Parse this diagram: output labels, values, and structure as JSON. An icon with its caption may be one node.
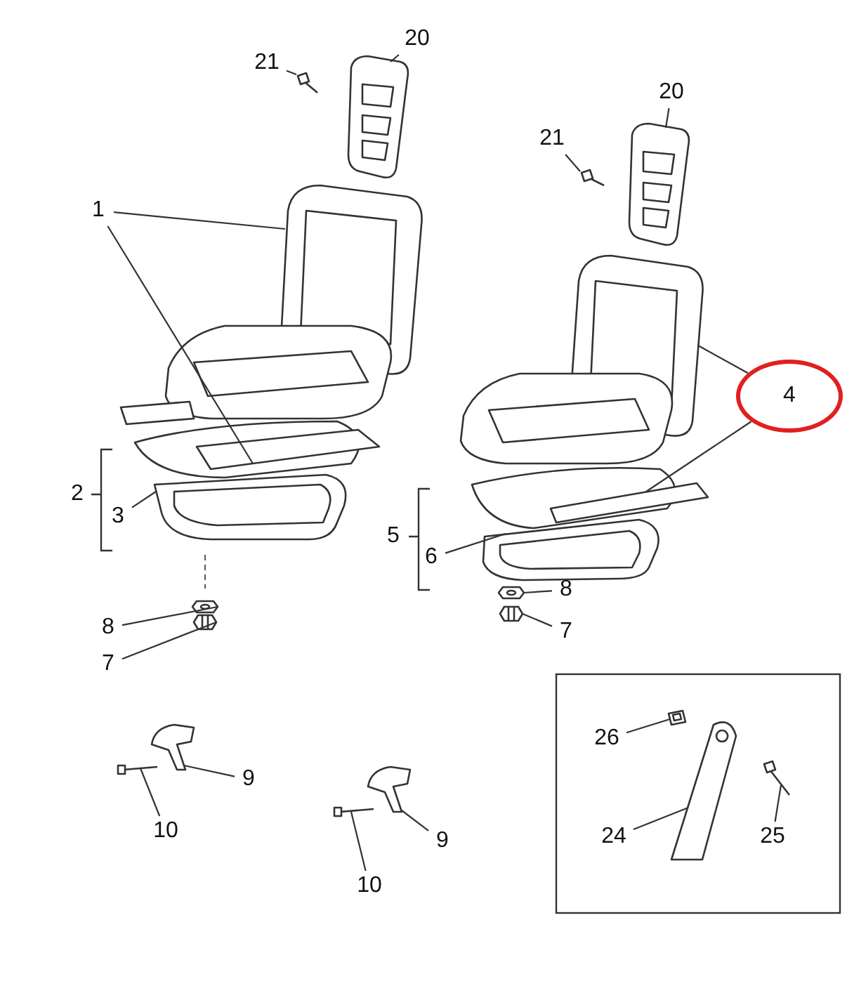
{
  "diagram": {
    "nodes": [
      {
        "text": [
          "20"
        ]
      },
      {
        "text": [
          "21"
        ]
      },
      {
        "text": [
          "20"
        ]
      },
      {
        "text": [
          "21"
        ]
      },
      {
        "text": [
          "1"
        ]
      },
      {
        "text": [
          "4"
        ]
      },
      {
        "text": [
          "2"
        ]
      },
      {
        "text": [
          "3"
        ]
      },
      {
        "text": [
          "5"
        ]
      },
      {
        "text": [
          "6"
        ]
      },
      {
        "text": [
          "8"
        ]
      },
      {
        "text": [
          "8"
        ]
      },
      {
        "text": [
          "7"
        ]
      },
      {
        "text": [
          "7"
        ]
      },
      {
        "text": [
          "26"
        ]
      },
      {
        "text": [
          "9"
        ]
      },
      {
        "text": [
          "10"
        ]
      },
      {
        "text": [
          "24"
        ]
      },
      {
        "text": [
          "25"
        ]
      },
      {
        "text": [
          "9"
        ]
      },
      {
        "text": [
          "10"
        ]
      },
      {
        "text": [],
        "shape": "picture"
      },
      {
        "text": [],
        "shape": "picture"
      },
      {
        "text": [],
        "shape": "picture"
      },
      {
        "text": [],
        "shape": "picture"
      },
      {
        "text": [],
        "shape": "picture"
      },
      {
        "text": [],
        "shape": "picture"
      },
      {
        "text": [],
        "shape": "picture"
      },
      {
        "text": [],
        "shape": "picture"
      },
      {
        "text": [],
        "shape": "picture"
      },
      {
        "text": [],
        "shape": "picture"
      },
      {
        "text": [],
        "shape": "picture"
      },
      {
        "text": [],
        "shape": "picture"
      },
      {
        "text": [],
        "shape": "picture"
      },
      {
        "text": [],
        "shape": "picture"
      },
      {
        "text": [],
        "shape": "picture"
      },
      {
        "text": [],
        "shape": "picture"
      },
      {
        "text": [],
        "shape": "picture"
      },
      {
        "text": [],
        "shape": "picture"
      },
      {
        "text": [],
        "shape": "picture"
      },
      {
        "text": [],
        "shape": "picture"
      },
      {
        "text": [],
        "shape": "picture"
      }
    ],
    "edges": [
      {
        "from": 0,
        "to": 21,
        "arrow": "none"
      },
      {
        "from": 1,
        "to": 22,
        "arrow": "none"
      },
      {
        "from": 2,
        "to": 23,
        "arrow": "none"
      },
      {
        "from": 3,
        "to": 24,
        "arrow": "none"
      },
      {
        "from": 4,
        "to": 25,
        "arrow": "none"
      },
      {
        "from": 4,
        "to": 26,
        "arrow": "none"
      },
      {
        "from": 5,
        "to": 27,
        "arrow": "none"
      },
      {
        "from": 5,
        "to": 28,
        "arrow": "none"
      },
      {
        "from": 7,
        "to": 29,
        "arrow": "none"
      },
      {
        "from": 9,
        "to": 30,
        "arrow": "none"
      },
      {
        "from": 10,
        "to": 31,
        "arrow": "none"
      },
      {
        "from": 11,
        "to": 32,
        "arrow": "none"
      },
      {
        "from": 12,
        "to": 33,
        "arrow": "none"
      },
      {
        "from": 13,
        "to": 34,
        "arrow": "none"
      },
      {
        "from": 14,
        "to": 35,
        "arrow": "none"
      },
      {
        "from": 15,
        "to": 36,
        "arrow": "none"
      },
      {
        "from": 16,
        "to": 37,
        "arrow": "none"
      },
      {
        "from": 17,
        "to": 38,
        "arrow": "none"
      },
      {
        "from": 18,
        "to": 39,
        "arrow": "none"
      },
      {
        "from": 19,
        "to": 40,
        "arrow": "none"
      },
      {
        "from": 20,
        "to": 41,
        "arrow": "none"
      }
    ]
  }
}
